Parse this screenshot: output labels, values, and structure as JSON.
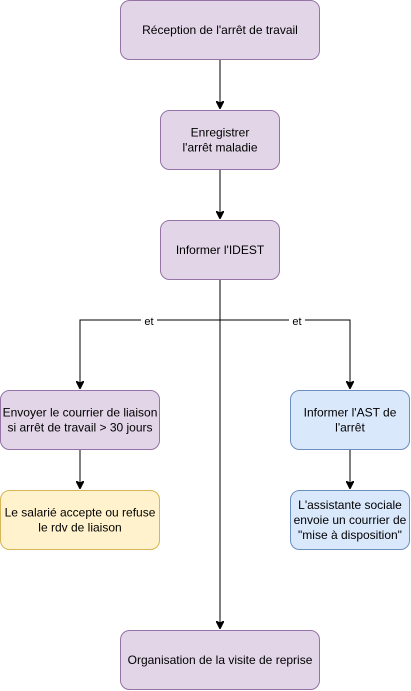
{
  "colors": {
    "purple_fill": "#e1d5e7",
    "purple_stroke": "#9673a6",
    "blue_fill": "#dae8fc",
    "blue_stroke": "#6c8ebf",
    "yellow_fill": "#fff2cc",
    "yellow_stroke": "#d6b656",
    "edge": "#000000"
  },
  "nodes": {
    "reception": {
      "lines": [
        "Réception de l'arrêt de travail"
      ]
    },
    "enregistrer": {
      "lines": [
        "Enregistrer",
        "l'arrêt maladie"
      ]
    },
    "informer_idest": {
      "lines": [
        "Informer l'IDEST"
      ]
    },
    "envoyer_courrier": {
      "lines": [
        "Envoyer le courrier de liaison",
        "si arrêt de travail > 30 jours"
      ]
    },
    "salarie_accepte": {
      "lines": [
        "Le salarié accepte ou refuse",
        "le rdv de liaison"
      ]
    },
    "informer_ast": {
      "lines": [
        "Informer l'AST de",
        "l'arrêt"
      ]
    },
    "assistante_sociale": {
      "lines": [
        "L'assistante sociale",
        "envoie un courrier de",
        "\"mise à disposition\""
      ]
    },
    "organisation": {
      "lines": [
        "Organisation de la visite de reprise"
      ]
    }
  },
  "edge_labels": {
    "left": "et",
    "right": "et"
  }
}
